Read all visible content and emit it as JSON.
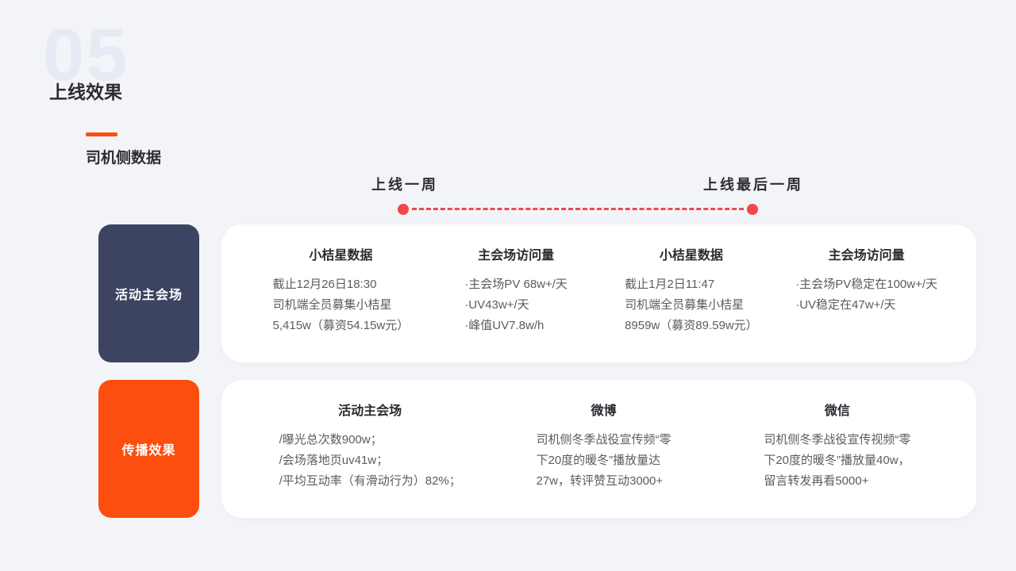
{
  "page": {
    "section_number": "05",
    "section_title": "上线效果",
    "subtitle": "司机侧数据"
  },
  "colors": {
    "background": "#f3f4f8",
    "accent_orange": "#fc4e0e",
    "navy": "#3d4462",
    "timeline_red": "#f3474b",
    "heading_text": "#2c2d34",
    "body_text": "#5b5c61",
    "ghost_number": "#e8eaf3",
    "card_background": "#ffffff"
  },
  "timeline": {
    "left_label": "上线一周",
    "right_label": "上线最后一周"
  },
  "rows": [
    {
      "label": "活动主会场",
      "columns": [
        {
          "title": "小桔星数据",
          "lines": [
            "截止12月26日18:30",
            "司机端全员募集小桔星",
            "5,415w（募资54.15w元）"
          ]
        },
        {
          "title": "主会场访问量",
          "lines": [
            "·主会场PV 68w+/天",
            "·UV43w+/天",
            "·峰值UV7.8w/h"
          ]
        },
        {
          "title": "小桔星数据",
          "lines": [
            "截止1月2日11:47",
            "司机端全员募集小桔星",
            "8959w（募资89.59w元）"
          ]
        },
        {
          "title": "主会场访问量",
          "lines": [
            "·主会场PV稳定在100w+/天",
            "·UV稳定在47w+/天"
          ]
        }
      ]
    },
    {
      "label": "传播效果",
      "columns": [
        {
          "title": "活动主会场",
          "lines": [
            "/曝光总次数900w；",
            "/会场落地页uv41w；",
            "/平均互动率（有滑动行为）82%；"
          ]
        },
        {
          "title": "微博",
          "lines": [
            "司机侧冬季战役宣传频“零",
            "下20度的暖冬”播放量达",
            "27w，转评赞互动3000+"
          ]
        },
        {
          "title": "微信",
          "lines": [
            "司机侧冬季战役宣传视频“零",
            "下20度的暖冬”播放量40w，",
            "留言转发再看5000+"
          ]
        }
      ]
    }
  ]
}
